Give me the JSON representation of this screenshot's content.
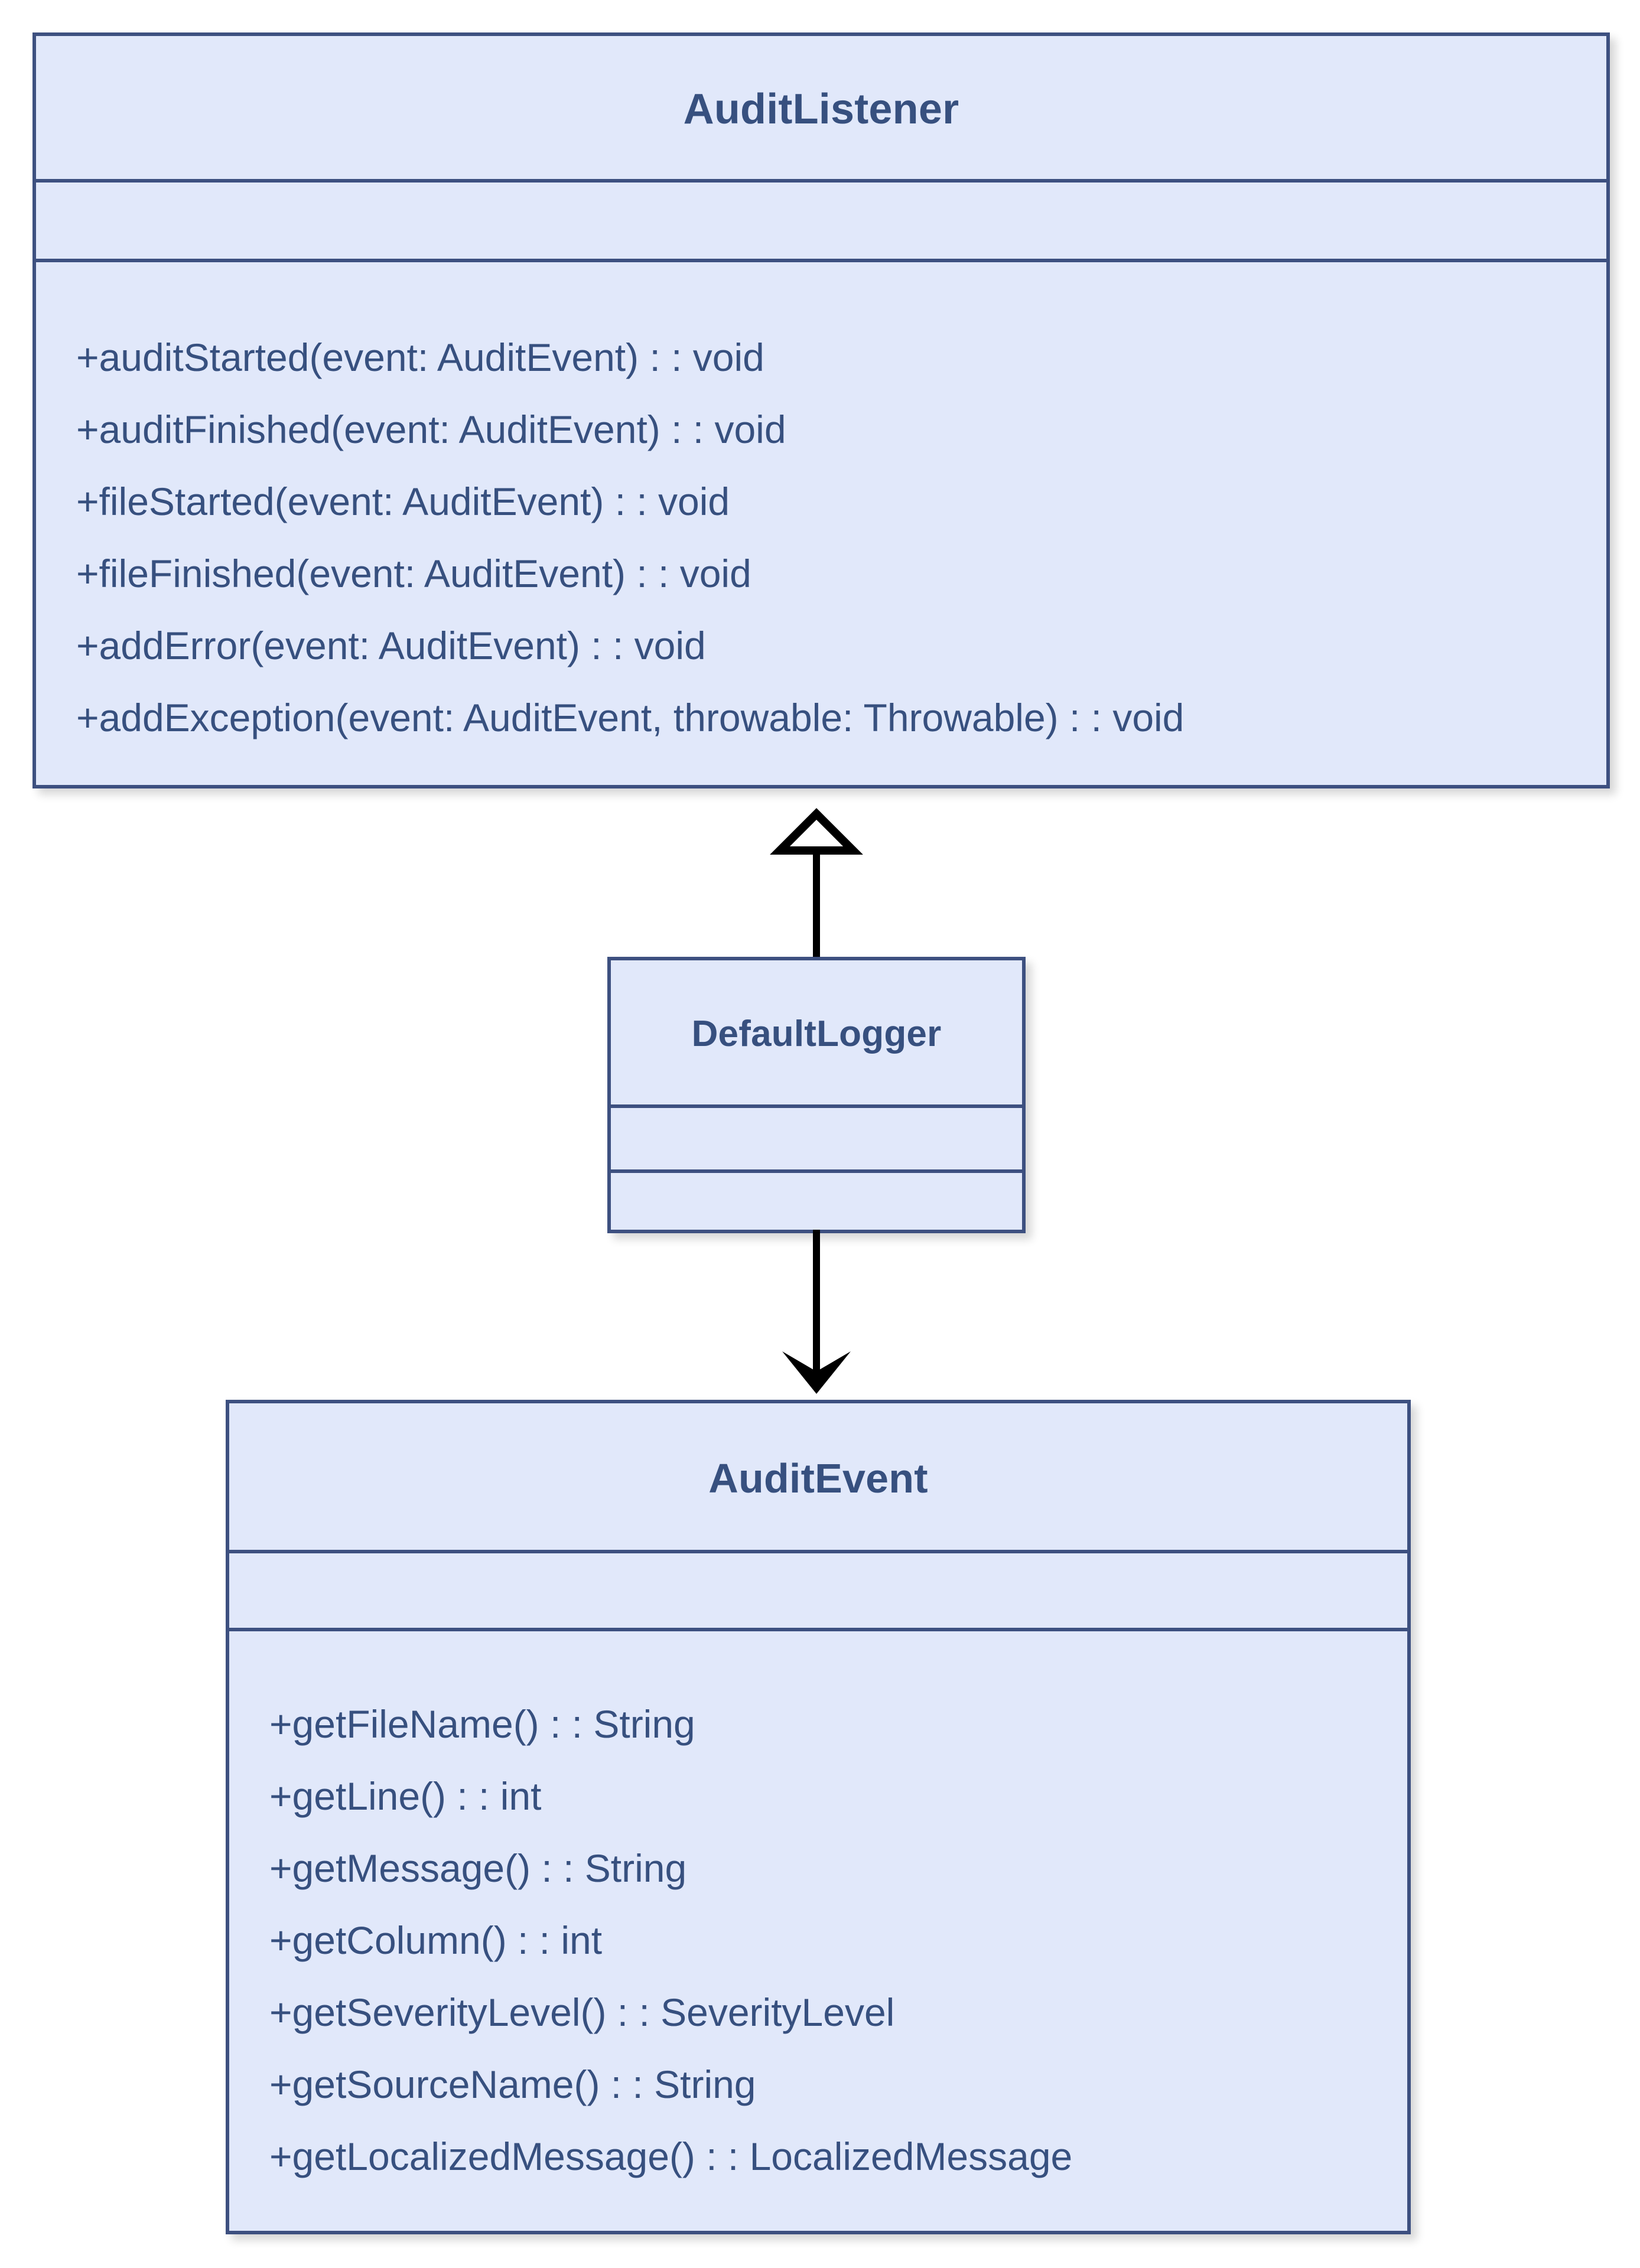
{
  "diagram": {
    "type": "uml-class-diagram",
    "background_color": "#ffffff",
    "box_fill_color": "#e1e8fa",
    "box_border_color": "#3d5080",
    "text_color": "#37507f",
    "connector_color": "#000000"
  },
  "classes": [
    {
      "id": "audit-listener",
      "name": "AuditListener",
      "attributes": [],
      "methods": [
        "+auditStarted(event: AuditEvent) : : void",
        "+auditFinished(event: AuditEvent) : : void",
        "+fileStarted(event: AuditEvent) : : void",
        "+fileFinished(event: AuditEvent) : : void",
        "+addError(event: AuditEvent) : : void",
        "+addException(event: AuditEvent, throwable: Throwable) : : void"
      ]
    },
    {
      "id": "default-logger",
      "name": "DefaultLogger",
      "attributes": [],
      "methods": []
    },
    {
      "id": "audit-event",
      "name": "AuditEvent",
      "attributes": [],
      "methods": [
        "+getFileName() : : String",
        "+getLine() : : int",
        "+getMessage() : : String",
        "+getColumn() : : int",
        "+getSeverityLevel() : : SeverityLevel",
        "+getSourceName() : : String",
        "+getLocalizedMessage() : : LocalizedMessage"
      ]
    }
  ],
  "relationships": [
    {
      "id": "generalization",
      "kind": "generalization",
      "arrowhead": "hollow-triangle",
      "from": "DefaultLogger",
      "to": "AuditListener",
      "direction": "up"
    },
    {
      "id": "association",
      "kind": "association",
      "arrowhead": "open-arrow",
      "from": "DefaultLogger",
      "to": "AuditEvent",
      "direction": "down"
    }
  ]
}
